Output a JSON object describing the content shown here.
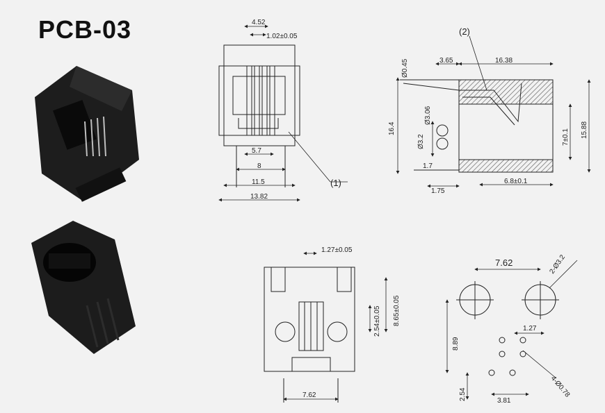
{
  "title": "PCB-03",
  "photos": {
    "top": "connector-photo-angled",
    "bottom": "connector-photo-rear"
  },
  "front_view": {
    "dims": [
      "4.52",
      "1.02±0.05",
      "5.7",
      "8",
      "11.5",
      "13.82"
    ],
    "callout": "(1)"
  },
  "side_view": {
    "dims": [
      "Ø0.45",
      "3.65",
      "16.38",
      "Ø3.06",
      "Ø3.2",
      "16.4",
      "1.7",
      "1.75",
      "6.8±0.1",
      "7±0.1",
      "15.88"
    ],
    "callout": "(2)"
  },
  "rear_view": {
    "dims": [
      "1.27±0.05",
      "2.54±0.05",
      "8.65±0.05",
      "7.62"
    ]
  },
  "pcb_layout": {
    "dims": [
      "7.62",
      "2-Ø3.2",
      "8.89",
      "1.27",
      "2.54",
      "3.81",
      "4-Ø0.78"
    ]
  }
}
